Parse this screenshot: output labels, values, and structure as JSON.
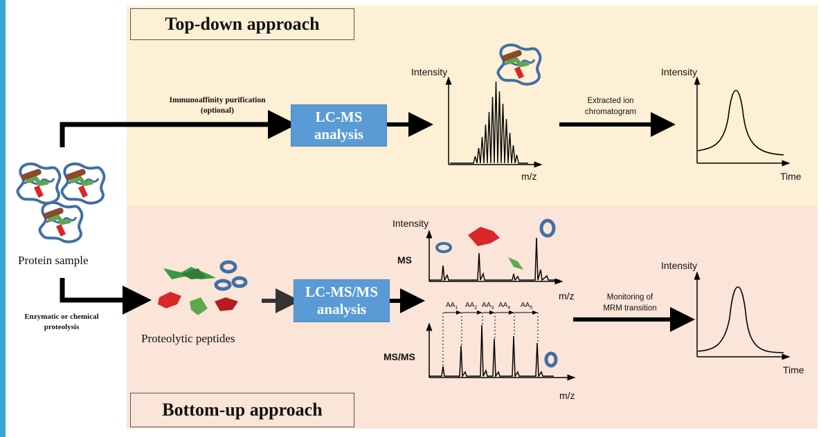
{
  "top": {
    "title": "Top-down approach",
    "step_label_line1": "Immunoaffinity purification",
    "step_label_line2": "(optional)",
    "box_line1": "LC-MS",
    "box_line2": "analysis",
    "spectrum_ylabel": "Intensity",
    "spectrum_xlabel": "m/z",
    "transition_line1": "Extracted ion",
    "transition_line2": "chromatogram",
    "chrom_ylabel": "Intensity",
    "chrom_xlabel": "Time"
  },
  "sample": {
    "label": "Protein sample"
  },
  "bottom": {
    "title": "Bottom-up approach",
    "step_label_line1": "Enzymatic or chemical",
    "step_label_line2": "proteolysis",
    "peptides_label": "Proteolytic peptides",
    "box_line1": "LC-MS/MS",
    "box_line2": "analysis",
    "ms_label": "MS",
    "ms_ylabel": "Intensity",
    "ms_xlabel": "m/z",
    "msms_label": "MS/MS",
    "msms_xlabel": "m/z",
    "aa_labels": [
      "AA",
      "AA",
      "AA",
      "AA",
      "AA"
    ],
    "aa_subscripts": [
      "1",
      "2",
      "3",
      "4",
      "5"
    ],
    "transition_line1": "Monitoring of",
    "transition_line2": "MRM transition",
    "chrom_ylabel": "Intensity",
    "chrom_xlabel": "Time"
  },
  "colors": {
    "top_panel": "#fdf0d4",
    "bottom_panel": "#fbe4d8",
    "box_blue": "#5b9bd5",
    "protein_blue": "#3f6fa4",
    "helix_brown": "#8b4a2b",
    "strand_green": "#5ea84d",
    "red_segment": "#d9262b",
    "left_border": "#3aa6d8"
  }
}
